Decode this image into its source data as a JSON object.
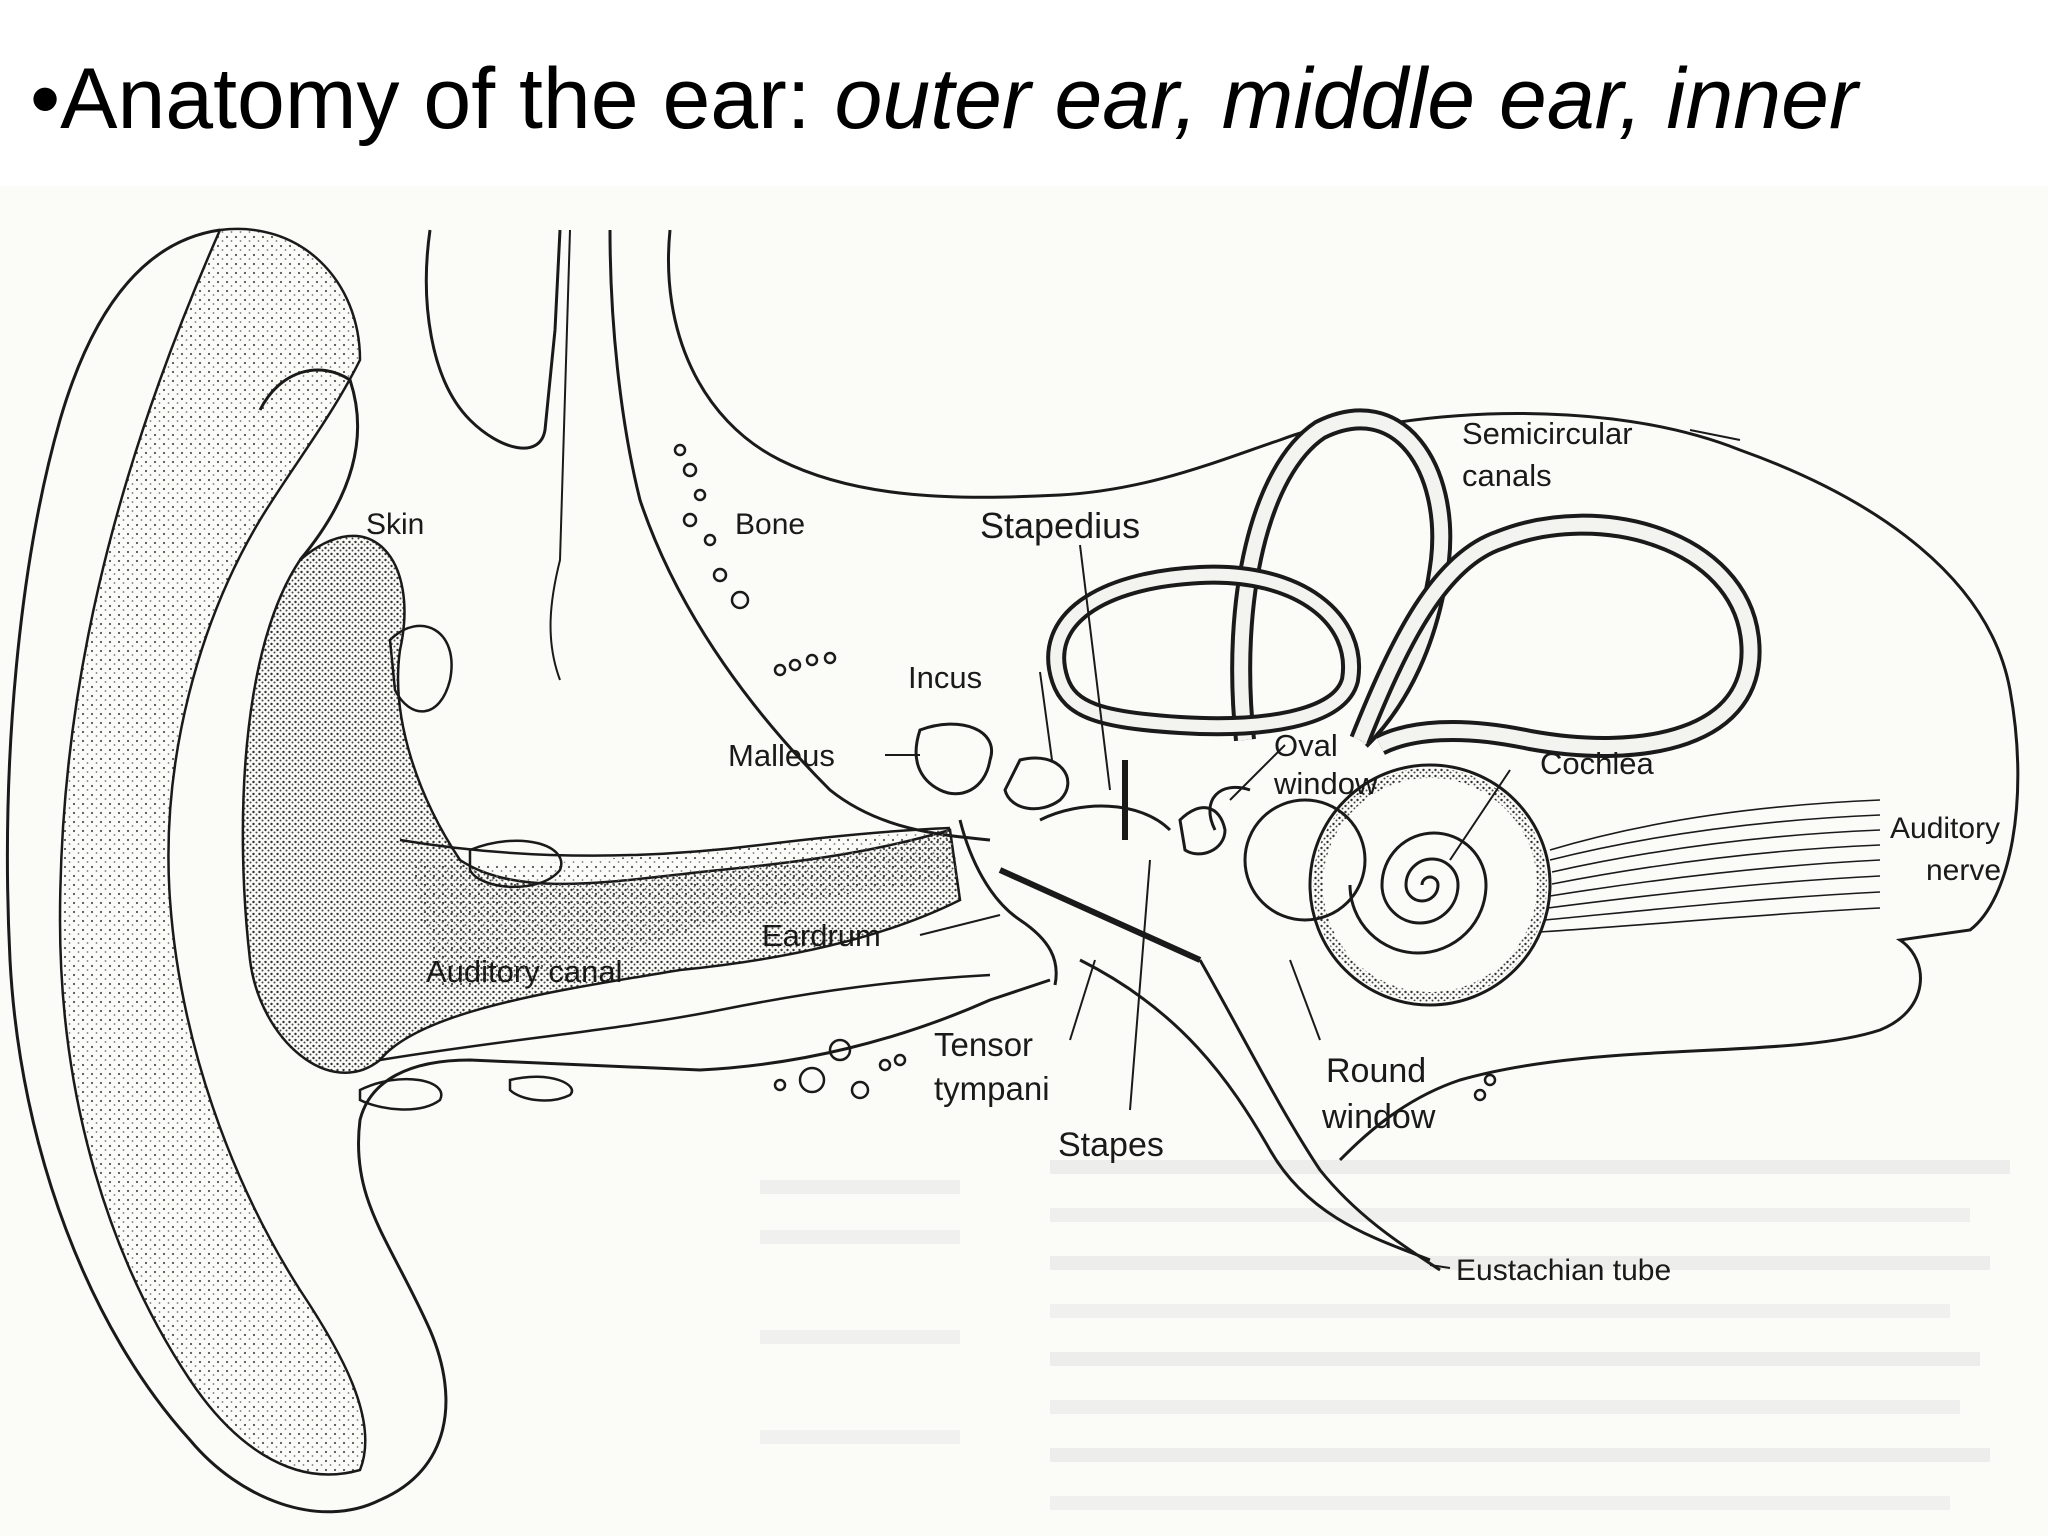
{
  "title": {
    "bullet": "•",
    "lead": "Anatomy of the ear: ",
    "parts": "outer ear, middle ear, inner ear"
  },
  "labels": {
    "skin": "Skin",
    "bone": "Bone",
    "stapedius": "Stapedius",
    "semicircular_1": "Semicircular",
    "semicircular_2": "canals",
    "incus": "Incus",
    "malleus": "Malleus",
    "oval_1": "Oval",
    "oval_2": "window",
    "cochlea": "Cochlea",
    "auditory_nerve_1": "Auditory",
    "auditory_nerve_2": "nerve",
    "eardrum": "Eardrum",
    "auditory_canal": "Auditory canal",
    "tensor_1": "Tensor",
    "tensor_2": "tympani",
    "round_1": "Round",
    "round_2": "window",
    "stapes": "Stapes",
    "eustachian": "Eustachian tube"
  },
  "colors": {
    "ink": "#1a1a1a",
    "paper": "#fbfbf8"
  }
}
